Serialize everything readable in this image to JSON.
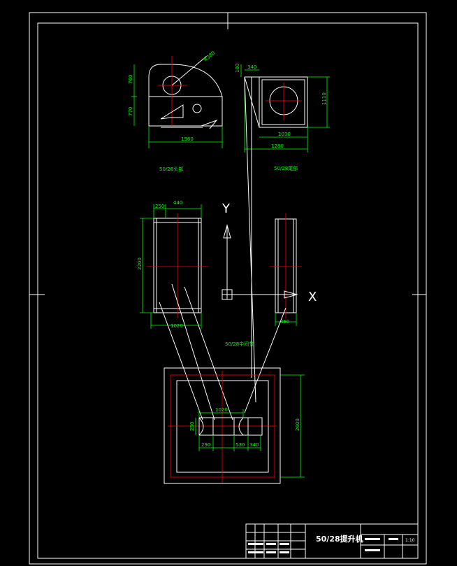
{
  "drawing": {
    "title_block_name": "50/28提升机",
    "colors": {
      "background": "#000000",
      "outline": "#ffffff",
      "dimension": "#00ff00",
      "centerline": "#ff0000"
    }
  },
  "views": {
    "head": {
      "caption": "50/28头部",
      "dims": {
        "height_upper": "760",
        "height_lower": "770",
        "width": "1560",
        "radius": "R380"
      }
    },
    "side": {
      "caption": "50/28尾部",
      "dims": {
        "small_height": "100",
        "offset": "340",
        "height": "1110",
        "inner_width": "1030",
        "outer_width": "1280"
      }
    },
    "casing": {
      "dims": {
        "top_a": "250",
        "top_b": "440",
        "height": "2200",
        "width": "1020",
        "right_width": "360"
      }
    },
    "base": {
      "caption": "50/28中间节",
      "dims": {
        "top": "1020",
        "left_small": "250",
        "bottom_a": "290",
        "bottom_b": "530",
        "bottom_c": "340",
        "height": "2600"
      }
    },
    "axes": {
      "y_label": "Y",
      "x_label": "X"
    }
  },
  "title_block": {
    "name": "50/28提升机",
    "scale": "1:10"
  }
}
